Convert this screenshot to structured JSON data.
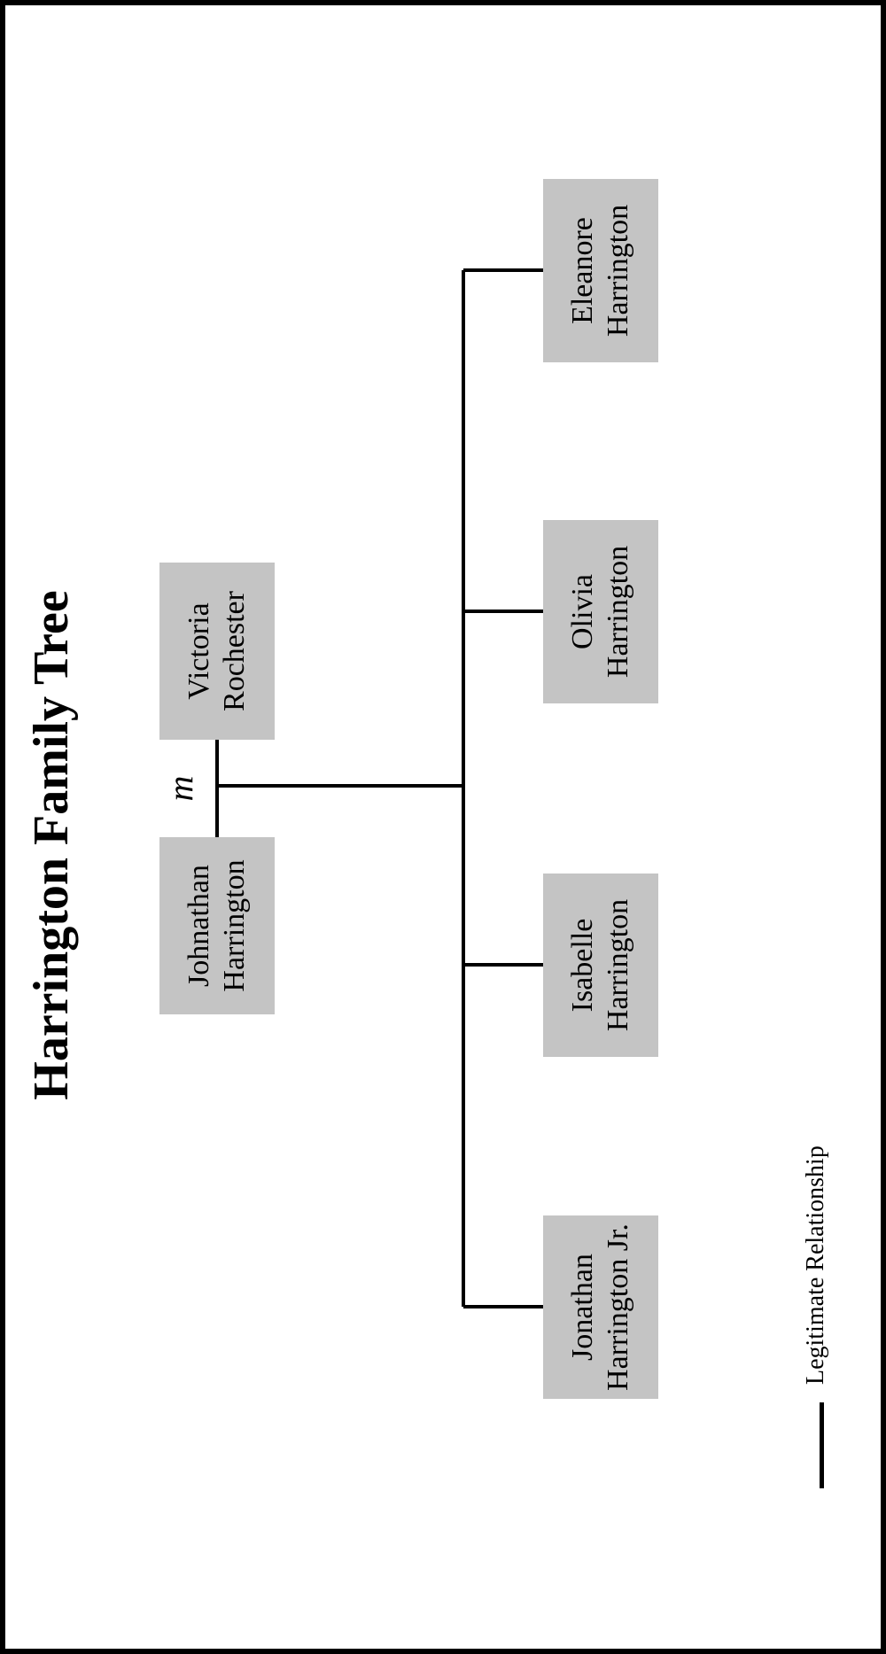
{
  "title": "Harrington Family Tree",
  "marriage_label": "m",
  "parents": [
    {
      "line1": "Johnathan",
      "line2": "Harrington"
    },
    {
      "line1": "Victoria",
      "line2": "Rochester"
    }
  ],
  "children": [
    {
      "line1": "Jonathan",
      "line2": "Harrington Jr."
    },
    {
      "line1": "Isabelle",
      "line2": "Harrington"
    },
    {
      "line1": "Olivia",
      "line2": "Harrington"
    },
    {
      "line1": "Eleanore",
      "line2": "Harrington"
    }
  ],
  "legend": {
    "label": "Legitimate Relationship"
  },
  "colors": {
    "box_fill": "#c4c4c4",
    "line": "#000000",
    "background": "#ffffff",
    "frame": "#000000"
  }
}
